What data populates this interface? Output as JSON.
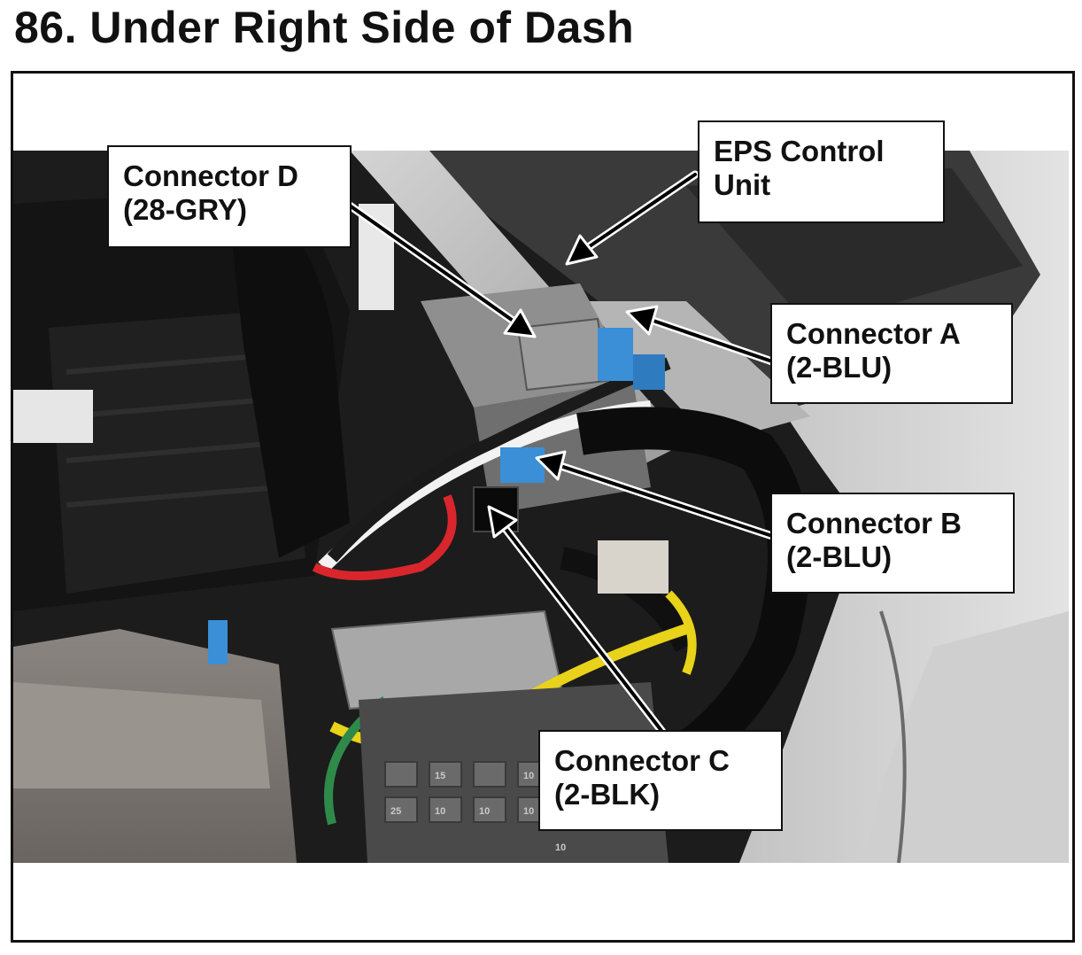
{
  "page": {
    "title": "86.  Under Right Side of Dash"
  },
  "photo": {
    "description_icon": "photo-under-dash"
  },
  "callouts": {
    "connector_d": {
      "line1": "Connector D",
      "line2": "(28-GRY)"
    },
    "eps_unit": {
      "line1": "EPS Control",
      "line2": "Unit"
    },
    "connector_a": {
      "line1": "Connector A",
      "line2": "(2-BLU)"
    },
    "connector_b": {
      "line1": "Connector B",
      "line2": "(2-BLU)"
    },
    "connector_c": {
      "line1": "Connector C",
      "line2": "(2-BLK)"
    }
  },
  "fuse_labels": [
    "15",
    "10",
    "10",
    "25",
    "10",
    "10",
    "10"
  ],
  "colors": {
    "frame": "#111111",
    "connector_blue": "#3a8fd6",
    "wire_red": "#d8262c",
    "wire_yellow": "#e8d21a",
    "wire_green": "#2f8a4a",
    "dash_gray": "#bdbdbd"
  }
}
